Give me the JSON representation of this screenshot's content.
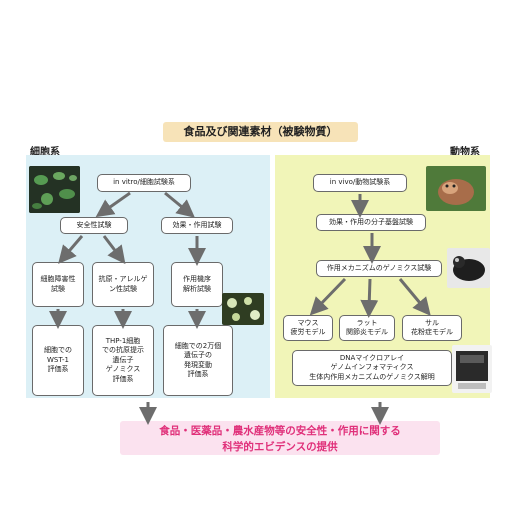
{
  "title": "食品及び関連素材（被験物質）",
  "left_label": "細胞系",
  "right_label": "動物系",
  "left": {
    "root": "in vitro/細胞試験系",
    "safety": "安全性試験",
    "efficacy": "効果・作用試験",
    "cytotox": "細胞障害性\n試験",
    "allergen": "抗原・アレルゲ\nン性試験",
    "mechanism": "作用機序\n解析試験",
    "wst": "細胞での\nWST-1\n評価系",
    "thp": "THP-1細胞\nでの抗原提示\n遺伝子\nゲノミクス\n評価系",
    "gene": "細胞での2万個\n遺伝子の\n発現変動\n評価系"
  },
  "right": {
    "root": "in vivo/動物試験系",
    "basic": "効果・作用の分子基盤試験",
    "genomics": "作用メカニズムのゲノミクス試験",
    "mouse": "マウス\n疲労モデル",
    "rat": "ラット\n関節炎モデル",
    "monkey": "サル\n花粉症モデル",
    "dna": "DNAマイクロアレイ\nゲノムインフォマティクス\n生体内作用メカニズムのゲノミクス解明"
  },
  "bottom": "食品・医薬品・農水産物等の安全性・作用に関する\n科学的エビデンスの提供",
  "colors": {
    "left_panel": "#dcf0f6",
    "right_panel": "#f1f5b8",
    "title_bg": "#f7e3b8",
    "bottom_bg": "#fbe2ef",
    "bottom_text": "#e0307a",
    "arrow": "#6d6d6d"
  }
}
